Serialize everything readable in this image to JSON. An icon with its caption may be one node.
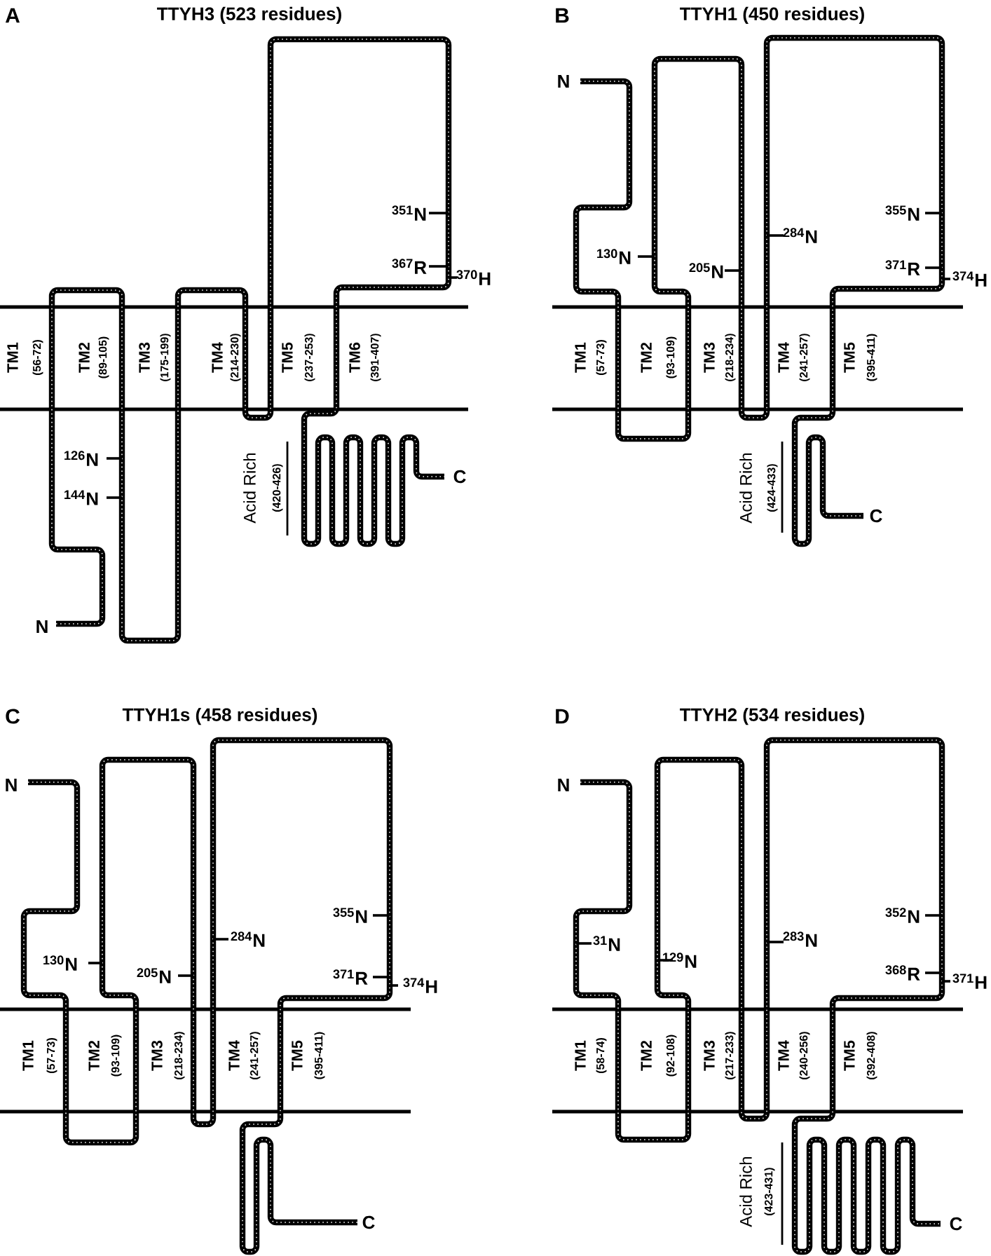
{
  "diagram": {
    "labels": [
      "A",
      "TTYH3 (523 residues)",
      "$^{351}$N",
      "$^{367}$R",
      "$^{370}$H",
      "TM1",
      "(56-72)",
      "TM2",
      "(89-105)",
      "TM3",
      "(175-199)",
      "TM4",
      "(214-230)",
      "TM5",
      "(237-253)",
      "TM6",
      "(391-407)",
      "$^{126}$N",
      "$^{144}$N",
      "Acid Rich",
      "(420-426)",
      "C",
      "N",
      "B",
      "TTYH1 (450 residues)",
      "N",
      "$^{355}$N",
      "$^{130}$N",
      "$^{284}$N",
      "$^{205}$N",
      "$^{371}$R",
      "$^{374}$H",
      "TM1",
      "(57-73)",
      "TM2",
      "(93-109)",
      "TM3",
      "(218-234)",
      "TM4",
      "(241-257)",
      "TM5",
      "(395-411)",
      "Acid Rich",
      "(424-433)",
      "C",
      "C",
      "TTYH1s (458 residues)",
      "N",
      "$^{355}$N",
      "$^{284}$N",
      "$^{130}$N",
      "$^{205}$N",
      "$^{371}$R",
      "$^{374}$H",
      "TM1",
      "(57-73)",
      "TM2",
      "(93-109)",
      "TM3",
      "(218-234)",
      "TM4",
      "(241-257)",
      "TM5",
      "(395-411)",
      "C",
      "D",
      "TTYH2 (534 residues)",
      "N",
      "$^{352}$N",
      "$^{31}$N",
      "$^{283}$N",
      "$^{129}$N",
      "$^{368}$R",
      "$^{371}$H",
      "TM1",
      "(58-74)",
      "TM2",
      "(92-108)",
      "TM3",
      "(217-233)",
      "TM4",
      "(240-256)",
      "TM5",
      "(392-408)",
      "Acid Rich",
      "(423-431)",
      "C"
    ]
  }
}
